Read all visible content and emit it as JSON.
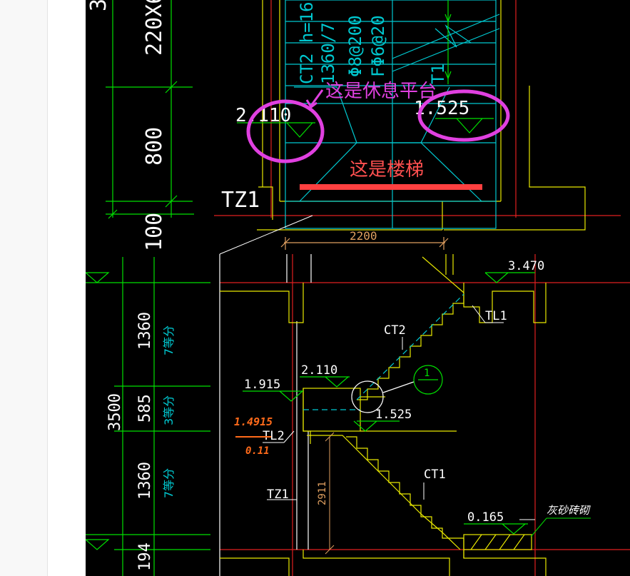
{
  "colors": {
    "background": "#000000",
    "dimension_green": "#00e000",
    "stair_cyan": "#00c8d0",
    "wall_yellow": "#e8e800",
    "axis_red": "#e02020",
    "annotation_magenta": "#e040e0",
    "level_white": "#ffffff",
    "hand_orange": "#ff6a1a",
    "dim_orange": "#e0a060"
  },
  "plan": {
    "dimensions_vertical": [
      "220X6",
      "800",
      "100"
    ],
    "top_partial": "3",
    "level_left": "2.110",
    "level_right": "1.525",
    "column_label": "TZ1",
    "span_label": "2200",
    "stair_labels": [
      "CT2 h=16",
      "1360/7",
      "Φ8@200",
      "FΦ6@20"
    ],
    "t1_label": "T1",
    "annotation_platform": "这是休息平台",
    "annotation_stair": "这是楼梯"
  },
  "section": {
    "dims_total": "3500",
    "dims_segments": [
      {
        "value": "1360",
        "note": "7等分"
      },
      {
        "value": "585",
        "note": "3等分"
      },
      {
        "value": "1360",
        "note": "7等分"
      }
    ],
    "dim_bottom": "194",
    "levels": [
      "3.470",
      "2.110",
      "1.915",
      "1.525",
      "0.165"
    ],
    "labels": {
      "ct2": "CT2",
      "ct1": "CT1",
      "tl1": "TL1",
      "tl2": "TL2",
      "tz1": "TZ1"
    },
    "height_dim": "2911",
    "grid_bubble": "1",
    "handwritten_top": "1.4915",
    "handwritten_bottom": "0.11",
    "material_note": "灰砂砖砌"
  }
}
